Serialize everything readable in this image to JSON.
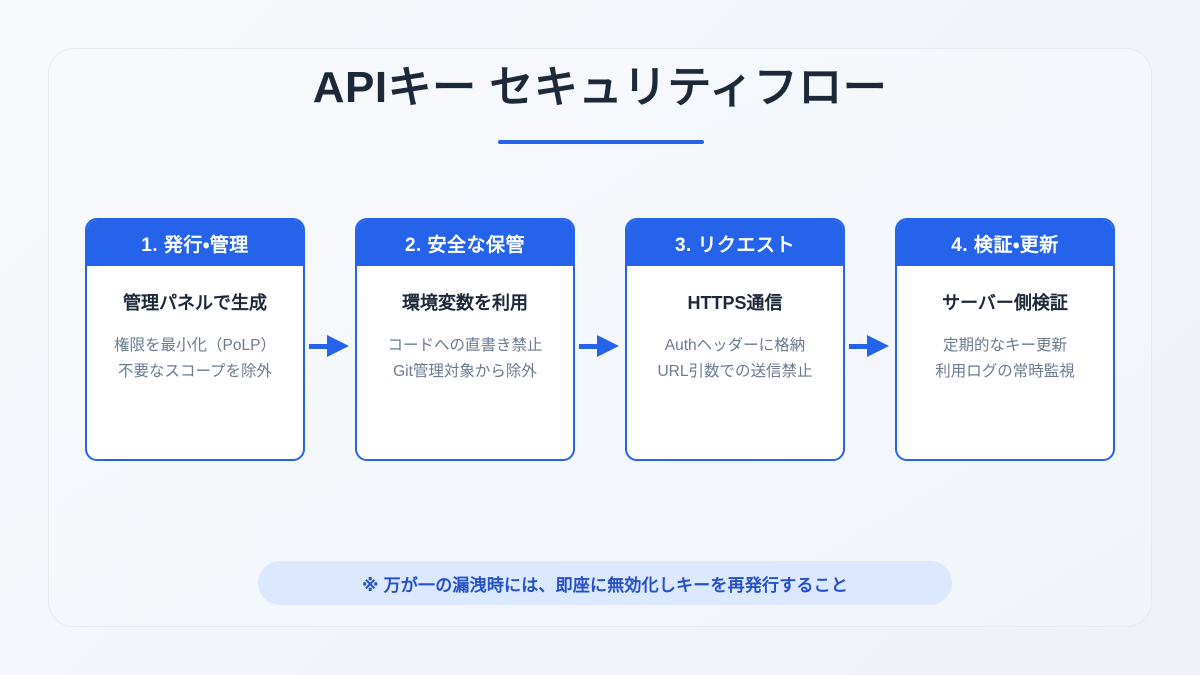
{
  "header": {
    "title": "APIキー セキュリティフロー",
    "underline_color": "#2563eb"
  },
  "theme": {
    "accent": "#2563eb",
    "title_color": "#1d2839",
    "body_text_color": "#6b7a90",
    "note_bg": "#dbe8fd",
    "note_text_color": "#2451c9",
    "page_bg": "#f4f7fb",
    "card_bg": "#ffffff"
  },
  "flow": {
    "arrow_icon": "arrow-right-icon",
    "steps": [
      {
        "header": "1. 発行・管理",
        "title": "管理パネルで生成",
        "lines": [
          "権限を最小化（PoLP）",
          "不要なスコープを除外"
        ]
      },
      {
        "header": "2. 安全な保管",
        "title": "環境変数を利用",
        "lines": [
          "コードへの直書き禁止",
          "Git管理対象から除外"
        ]
      },
      {
        "header": "3. リクエスト",
        "title": "HTTPS通信",
        "lines": [
          "Authヘッダーに格納",
          "URL引数での送信禁止"
        ]
      },
      {
        "header": "4. 検証・更新",
        "title": "サーバー側検証",
        "lines": [
          "定期的なキー更新",
          "利用ログの常時監視"
        ]
      }
    ]
  },
  "note": {
    "text": "※ 万が一の漏洩時には、即座に無効化しキーを再発行すること"
  }
}
